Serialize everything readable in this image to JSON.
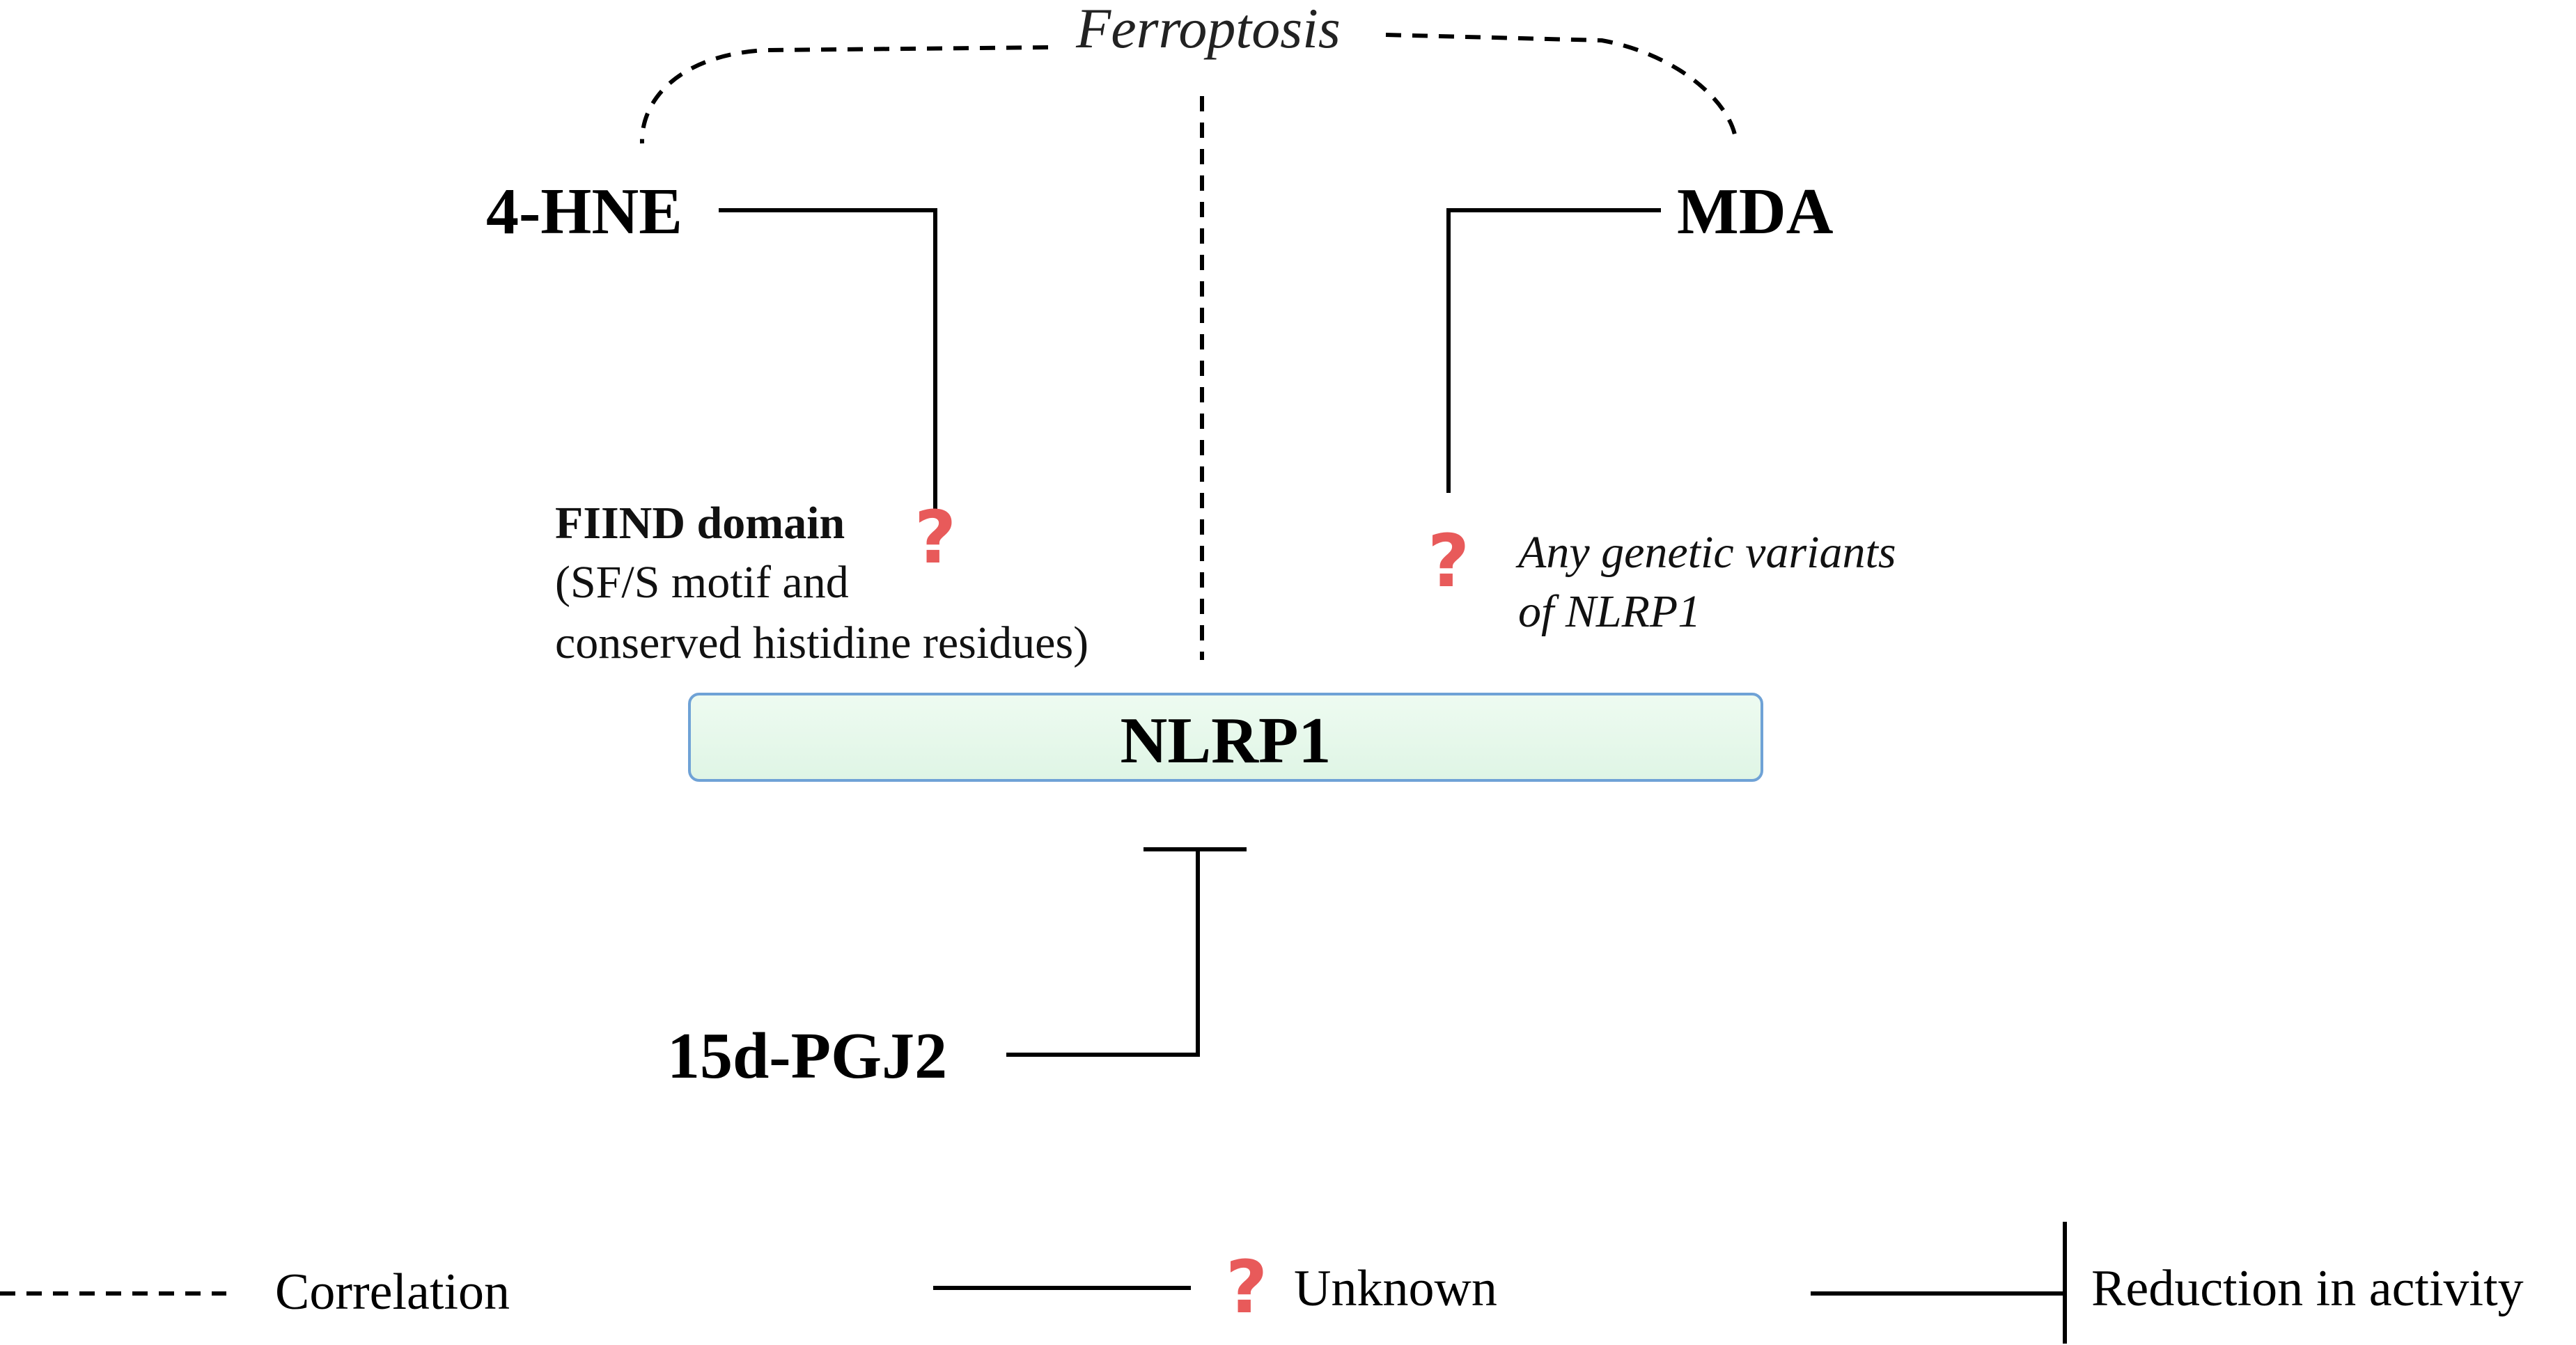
{
  "diagram": {
    "title": "Ferroptosis",
    "nodes": {
      "hne": "4-HNE",
      "mda": "MDA",
      "nlrp1": "NLRP1",
      "pgj2": "15d-PGJ2"
    },
    "annotations": {
      "fiind_title": "FIIND domain",
      "fiind_line1": "(SF/S motif and",
      "fiind_line2": "conserved histidine residues)",
      "variants_line1": "Any genetic variants",
      "variants_line2": "of NLRP1"
    },
    "question_glyph": "?",
    "colors": {
      "nlrp1_fill": "#e4f8ea",
      "nlrp1_stroke": "#6fa2d6",
      "question": "#e85a5a"
    }
  },
  "legend": {
    "correlation": "Correlation",
    "unknown": "Unknown",
    "reduction": "Reduction in activity"
  }
}
